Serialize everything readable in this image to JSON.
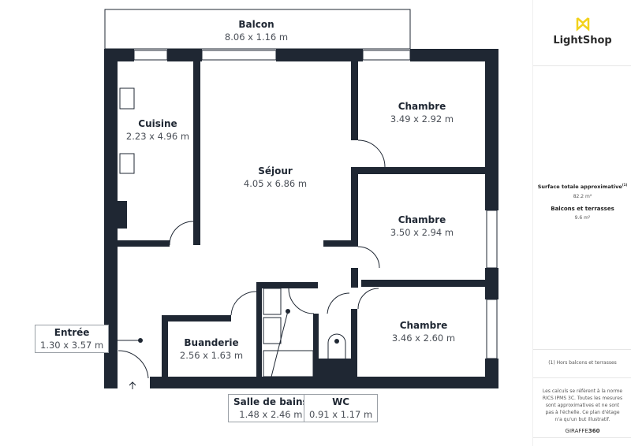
{
  "rooms": [
    {
      "name": "Balcon",
      "dims": "8.06 x 1.16 m"
    },
    {
      "name": "Cuisine",
      "dims": "2.23 x 4.96 m"
    },
    {
      "name": "Séjour",
      "dims": "4.05 x 6.86 m"
    },
    {
      "name": "Chambre",
      "dims": "3.49 x 2.92 m"
    },
    {
      "name": "Chambre",
      "dims": "3.50 x 2.94 m"
    },
    {
      "name": "Chambre",
      "dims": "3.46 x 2.60 m"
    },
    {
      "name": "Buanderie",
      "dims": "2.56 x 1.63 m"
    }
  ],
  "callouts": [
    {
      "name": "Entrée",
      "dims": "1.30 x 3.57 m"
    },
    {
      "name": "Salle de bains",
      "dims": "1.48 x 2.46 m"
    },
    {
      "name": "WC",
      "dims": "0.91 x 1.17 m"
    }
  ],
  "sidebar": {
    "logo": "LightShop",
    "logo_color": "#f2d21b",
    "surface_label": "Surface totale approximative",
    "surface_note_mark": "(1)",
    "surface_value": "82.2 m²",
    "balcony_label": "Balcons et terrasses",
    "balcony_value": "9.6 m²",
    "footnote": "(1) Hors balcons et terrasses",
    "disclaimer": "Les calculs se réfèrent à la norme RICS IPMS 3C. Toutes les mesures sont approximatives et ne sont pas à l'échelle. Ce plan d'étage n'a qu'un but illustratif.",
    "brand_a": "GIRAFFE",
    "brand_b": "360"
  },
  "colors": {
    "wall": "#1f2733"
  }
}
